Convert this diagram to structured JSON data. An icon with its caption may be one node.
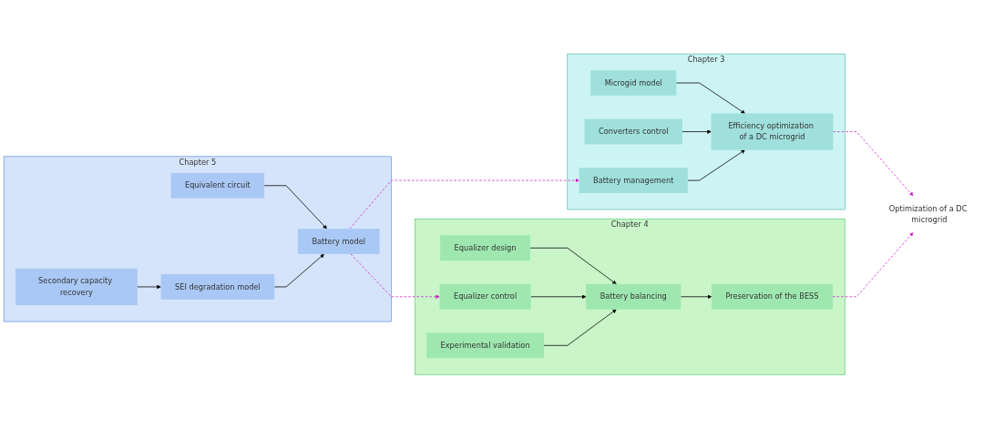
{
  "diagram": {
    "nodes": [
      {
        "text": [
          "Chapter 5"
        ]
      },
      {
        "text": [
          "Equivalent circuit"
        ],
        "in": 0
      },
      {
        "text": [
          "SEI degradation model"
        ],
        "in": 0
      },
      {
        "text": [
          "Secondary capacity recovery"
        ],
        "in": 0
      },
      {
        "text": [
          "Battery model"
        ],
        "in": 0
      },
      {
        "text": [
          "Chapter 3"
        ]
      },
      {
        "text": [
          "Microgid model"
        ],
        "in": 5
      },
      {
        "text": [
          "Converters control"
        ],
        "in": 5
      },
      {
        "text": [
          "Battery management"
        ],
        "in": 5
      },
      {
        "text": [
          "Efficiency optimization of a DC microgrid"
        ],
        "in": 5
      },
      {
        "text": [
          "Chapter 4"
        ]
      },
      {
        "text": [
          "Equalizer design"
        ],
        "in": 10
      },
      {
        "text": [
          "Equalizer control"
        ],
        "in": 10
      },
      {
        "text": [
          "Experimental validation"
        ],
        "in": 10
      },
      {
        "text": [
          "Battery balancing"
        ],
        "in": 10
      },
      {
        "text": [
          "Preservation of the BESS"
        ],
        "in": 10
      },
      {
        "text": [
          "Optimization of a DC microgrid"
        ]
      }
    ],
    "edges": [
      {
        "from": 1,
        "to": 4,
        "arrow": "to"
      },
      {
        "from": 2,
        "to": 4,
        "arrow": "to"
      },
      {
        "from": 3,
        "to": 2,
        "arrow": "to"
      },
      {
        "from": 6,
        "to": 9,
        "arrow": "to"
      },
      {
        "from": 7,
        "to": 9,
        "arrow": "to"
      },
      {
        "from": 8,
        "to": 9,
        "arrow": "to"
      },
      {
        "from": 4,
        "to": 8,
        "arrow": "to",
        "style": "dashed",
        "color": "#cc22cc"
      },
      {
        "from": 4,
        "to": 12,
        "arrow": "to",
        "style": "dashed",
        "color": "#cc22cc"
      },
      {
        "from": 11,
        "to": 14,
        "arrow": "to"
      },
      {
        "from": 12,
        "to": 14,
        "arrow": "to"
      },
      {
        "from": 13,
        "to": 14,
        "arrow": "to"
      },
      {
        "from": 14,
        "to": 15,
        "arrow": "to"
      },
      {
        "from": 9,
        "to": 16,
        "arrow": "to",
        "style": "dashed",
        "color": "#cc22cc"
      },
      {
        "from": 15,
        "to": 16,
        "arrow": "to",
        "style": "dashed",
        "color": "#cc22cc"
      }
    ]
  }
}
